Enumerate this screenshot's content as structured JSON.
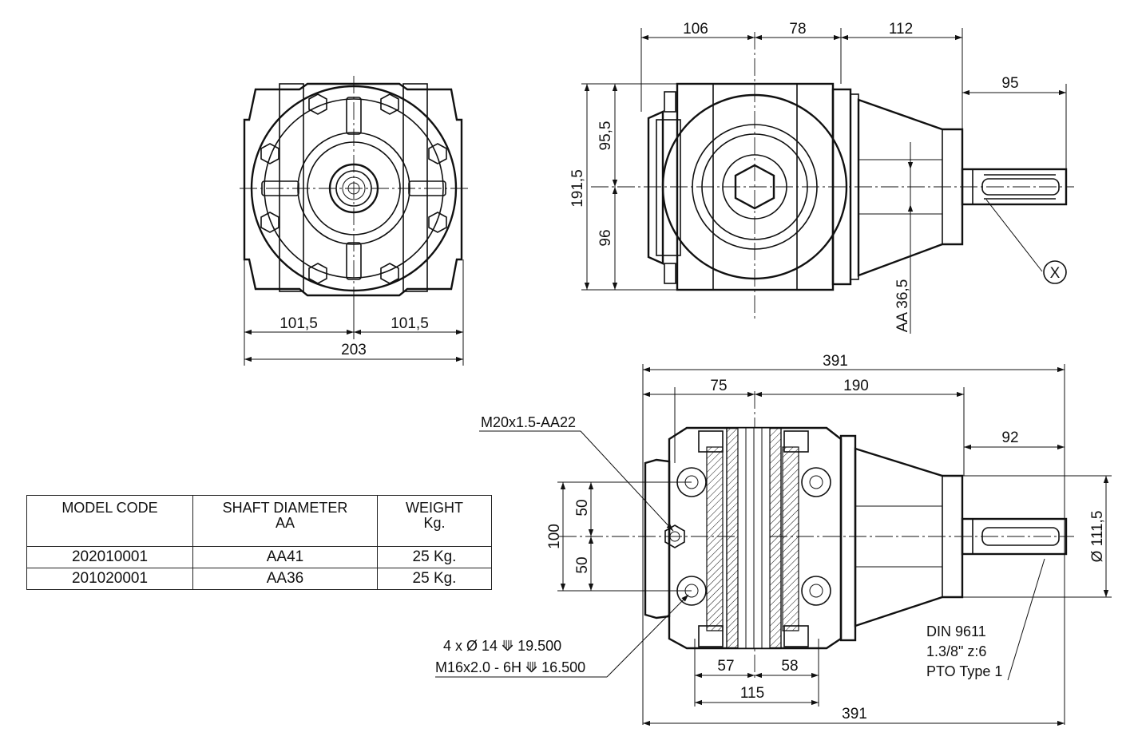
{
  "dimensions": {
    "front": {
      "left_half": "101,5",
      "right_half": "101,5",
      "total_width": "203"
    },
    "side": {
      "d106": "106",
      "d78": "78",
      "d112": "112",
      "d95": "95",
      "d95_5": "95,5",
      "d96": "96",
      "d191_5": "191,5",
      "shaft": "AA 36,5",
      "detail": "X"
    },
    "bottom": {
      "total_top": "391",
      "d75": "75",
      "d190": "190",
      "d92": "92",
      "d50a": "50",
      "d50b": "50",
      "d100": "100",
      "dia": "Ø 111,5",
      "d57": "57",
      "d58": "58",
      "d115": "115",
      "total_bottom": "391"
    }
  },
  "notes": {
    "thread_top": "M20x1.5-AA22",
    "holes_line1": "4 x  Ø  14  ⟱  19.500",
    "holes_line2": "M16x2.0 - 6H  ⟱  16.500",
    "din_line1": "DIN 9611",
    "din_line2": "1.3/8\" z:6",
    "din_line3": "PTO Type 1"
  },
  "table": {
    "headers": [
      "MODEL CODE",
      "SHAFT DIAMETER\nAA",
      "WEIGHT\nKg."
    ],
    "rows": [
      [
        "202010001",
        "AA41",
        "25 Kg."
      ],
      [
        "201020001",
        "AA36",
        "25 Kg."
      ]
    ]
  }
}
